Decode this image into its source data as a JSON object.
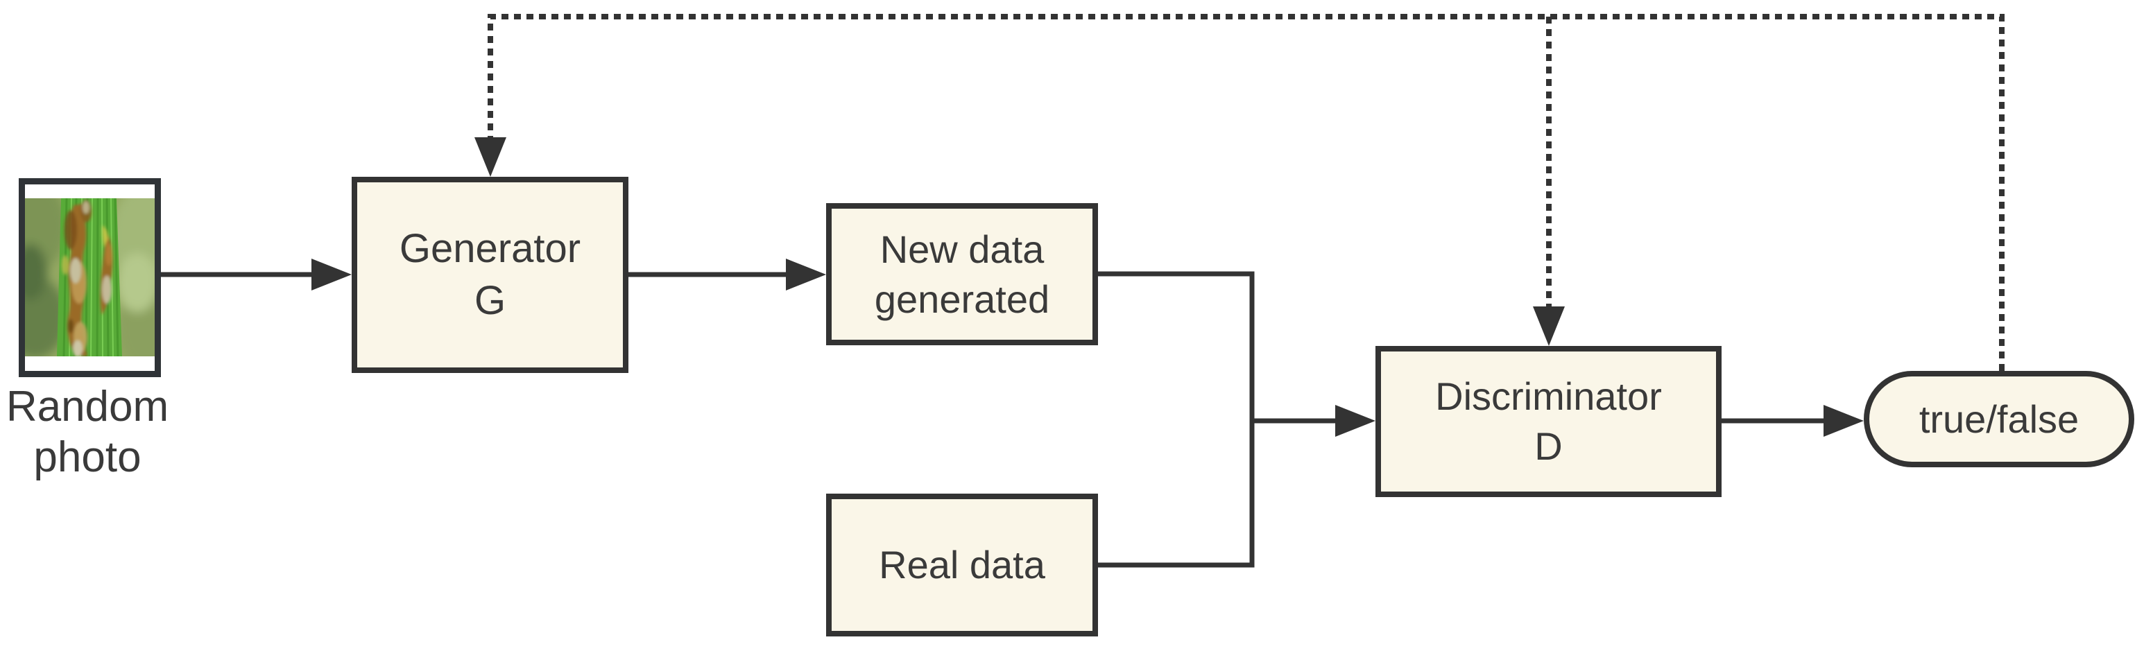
{
  "diagram": {
    "type": "flowchart-gan-architecture",
    "colors": {
      "background": "#ffffff",
      "node_fill": "#faf6e8",
      "stroke": "#333333",
      "text": "#3a3a3a"
    },
    "nodes": {
      "random_photo": {
        "caption_lines": [
          "Random",
          "photo"
        ],
        "content": "photo of diseased rice leaf"
      },
      "generator": {
        "lines": [
          "Generator",
          "G"
        ]
      },
      "new_data": {
        "lines": [
          "New data",
          "generated"
        ]
      },
      "real_data": {
        "lines": [
          "Real data"
        ]
      },
      "discriminator": {
        "lines": [
          "Discriminator",
          "D"
        ]
      },
      "result": {
        "lines": [
          "true/false"
        ]
      }
    },
    "edges": [
      {
        "from": "random_photo",
        "to": "generator",
        "style": "solid-arrow"
      },
      {
        "from": "generator",
        "to": "new_data",
        "style": "solid-arrow"
      },
      {
        "from": "new_data",
        "to": "discriminator",
        "style": "solid-elbow-merge"
      },
      {
        "from": "real_data",
        "to": "discriminator",
        "style": "solid-elbow-merge"
      },
      {
        "from": "discriminator",
        "to": "result",
        "style": "solid-arrow"
      },
      {
        "from": "result",
        "to": "generator",
        "style": "dotted-feedback-arrow"
      },
      {
        "from": "result",
        "to": "discriminator",
        "style": "dotted-feedback-arrow"
      }
    ]
  }
}
